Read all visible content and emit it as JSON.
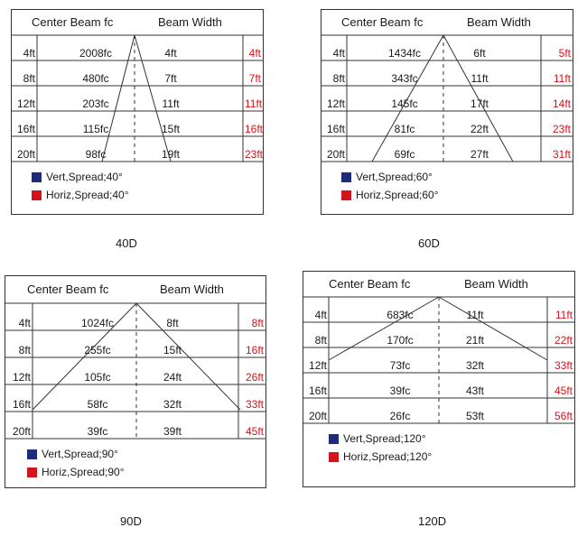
{
  "colors": {
    "vert": "#1f2a7a",
    "horiz": "#d4141c",
    "line": "#333333",
    "red_text": "#d4141c"
  },
  "diagrams": [
    {
      "caption": "40D",
      "header": {
        "left": "Center Beam fc",
        "right": "Beam Width"
      },
      "rows": [
        {
          "dist": "4ft",
          "fc": "2008fc",
          "width": "4ft",
          "red": "4ft"
        },
        {
          "dist": "8ft",
          "fc": "480fc",
          "width": "7ft",
          "red": "7ft"
        },
        {
          "dist": "12ft",
          "fc": "203fc",
          "width": "11ft",
          "red": "11ft"
        },
        {
          "dist": "16ft",
          "fc": "115fc",
          "width": "15ft",
          "red": "16ft"
        },
        {
          "dist": "20ft",
          "fc": "98fc",
          "width": "19ft",
          "red": "23ft"
        }
      ],
      "legend": [
        {
          "label": "Vert,Spread;40°"
        },
        {
          "label": "Horiz,Spread;40°"
        }
      ]
    },
    {
      "caption": "60D",
      "header": {
        "left": "Center Beam fc",
        "right": "Beam Width"
      },
      "rows": [
        {
          "dist": "4ft",
          "fc": "1434fc",
          "width": "6ft",
          "red": "5ft"
        },
        {
          "dist": "8ft",
          "fc": "343fc",
          "width": "11ft",
          "red": "11ft"
        },
        {
          "dist": "12ft",
          "fc": "145fc",
          "width": "17ft",
          "red": "14ft"
        },
        {
          "dist": "16ft",
          "fc": "81fc",
          "width": "22ft",
          "red": "23ft"
        },
        {
          "dist": "20ft",
          "fc": "69fc",
          "width": "27ft",
          "red": "31ft"
        }
      ],
      "legend": [
        {
          "label": "Vert,Spread;60°"
        },
        {
          "label": "Horiz,Spread;60°"
        }
      ]
    },
    {
      "caption": "90D",
      "header": {
        "left": "Center Beam fc",
        "right": "Beam Width"
      },
      "rows": [
        {
          "dist": "4ft",
          "fc": "1024fc",
          "width": "8ft",
          "red": "8ft"
        },
        {
          "dist": "8ft",
          "fc": "255fc",
          "width": "15ft",
          "red": "16ft"
        },
        {
          "dist": "12ft",
          "fc": "105fc",
          "width": "24ft",
          "red": "26ft"
        },
        {
          "dist": "16ft",
          "fc": "58fc",
          "width": "32ft",
          "red": "33ft"
        },
        {
          "dist": "20ft",
          "fc": "39fc",
          "width": "39ft",
          "red": "45ft"
        }
      ],
      "legend": [
        {
          "label": "Vert,Spread;90°"
        },
        {
          "label": "Horiz,Spread;90°"
        }
      ]
    },
    {
      "caption": "120D",
      "header": {
        "left": "Center Beam fc",
        "right": "Beam Width"
      },
      "rows": [
        {
          "dist": "4ft",
          "fc": "683fc",
          "width": "11ft",
          "red": "11ft"
        },
        {
          "dist": "8ft",
          "fc": "170fc",
          "width": "21ft",
          "red": "22ft"
        },
        {
          "dist": "12ft",
          "fc": "73fc",
          "width": "32ft",
          "red": "33ft"
        },
        {
          "dist": "16ft",
          "fc": "39fc",
          "width": "43ft",
          "red": "45ft"
        },
        {
          "dist": "20ft",
          "fc": "26fc",
          "width": "53ft",
          "red": "56ft"
        }
      ],
      "legend": [
        {
          "label": "Vert,Spread;120°"
        },
        {
          "label": "Horiz,Spread;120°"
        }
      ]
    }
  ]
}
